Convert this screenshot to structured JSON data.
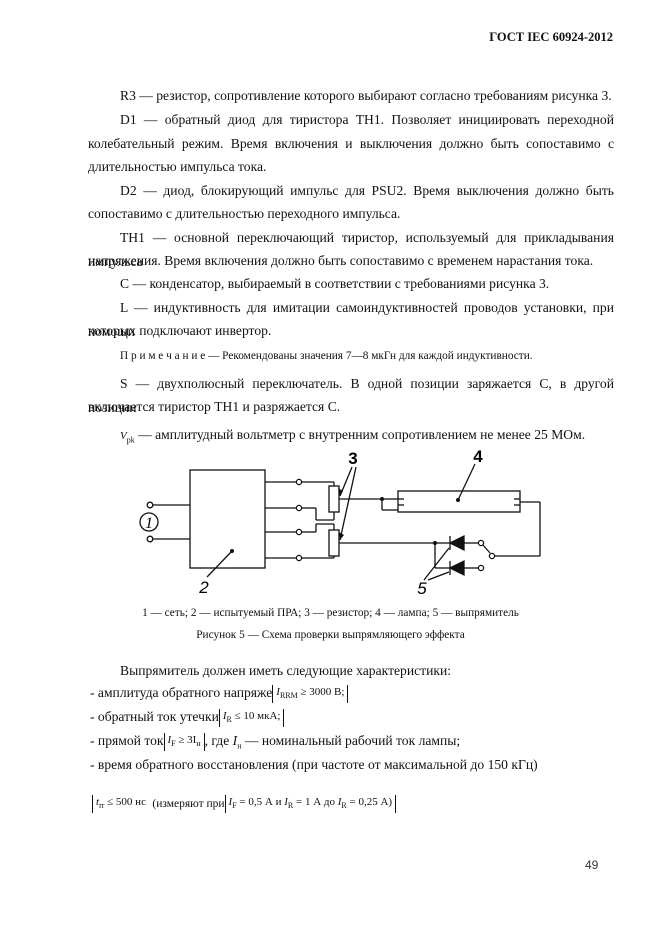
{
  "header": {
    "standard": "ГОСТ IEC 60924-2012"
  },
  "paragraphs": {
    "r3": "R3 — резистор, сопротивление которого выбирают согласно требованиям рисунка 3.",
    "d1_a": "D1 — обратный диод для тиристора TH1. Позволяет инициировать переходной",
    "d1_b": "колебательный режим. Время включения и выключения должно быть сопоставимо с",
    "d1_c": "длительностью импульса тока.",
    "d2_a": "D2 — диод, блокирующий импульс для PSU2. Время выключения должно быть",
    "d2_b": "сопоставимо с длительностью переходного импульса.",
    "th1_a": "TH1 — основной переключающий тиристор, используемый для прикладывания импульса",
    "th1_b": "напряжения. Время включения должно быть сопоставимо с временем нарастания тока.",
    "c": "C — конденсатор, выбираемый в соответствии с требованиями рисунка 3.",
    "l_a": "L — индуктивность для имитации самоиндуктивностей проводов установки, при помощи",
    "l_b": "которых подключают инвертор.",
    "note_label": "П р и м е ч а н и е",
    "note_text": " — Рекомендованы значения 7—8 мкГн для каждой индуктивности.",
    "s_a": "S — двухполюсный переключатель. В одной позиции заряжается C, в другой позиции",
    "s_b": "включается тиристор TH1 и разряжается C.",
    "v_symbol": "V",
    "v_sub": "pk",
    "v_text": "— амплитудный вольтметр с внутренним сопротивлением не менее 25 МОм."
  },
  "figure": {
    "labels": {
      "l1": "1",
      "l2": "2",
      "l3": "3",
      "l4": "4",
      "l5": "5"
    },
    "legend": "1 — сеть; 2 — испытуемый ПРА; 3 — резистор; 4 — лампа; 5 — выпрямитель",
    "caption": "Рисунок 5 — Схема проверки выпрямляющего эффекта"
  },
  "requirements": {
    "intro": "Выпрямитель должен иметь следующие характеристики:",
    "b1_text": "- амплитуда обратного напряже",
    "b1_formula": "I",
    "b1_formula_sub": "RRM",
    "b1_formula_rest": " ≥ 3000 В;",
    "b2_text": "- обратный ток утечки",
    "b2_formula": "I",
    "b2_formula_sub": "R",
    "b2_formula_rest": " ≤ 10 мкА;",
    "b3_text": "- прямой ток",
    "b3_formula": "I",
    "b3_formula_sub": "F",
    "b3_formula_rest": " ≥ 3I",
    "b3_formula_sub2": "н",
    "b3_mid": ", где ",
    "b3_in": "I",
    "b3_in_sub": "н",
    "b3_tail": " — номинальный рабочий ток лампы;",
    "b4_text": "- время обратного восстановления (при частоте от максимальной до 150 кГц)",
    "f5_a": "t",
    "f5_a_sub": "rr",
    "f5_a_rest": " ≤ 500 нс",
    "f5_mid": "(измеряют при",
    "f5_b": "I",
    "f5_b_sub": "F",
    "f5_b_rest": " = 0,5 А и ",
    "f5_c": "I",
    "f5_c_sub": "R",
    "f5_c_rest": " = 1 А до ",
    "f5_d": "I",
    "f5_d_sub": "R",
    "f5_d_rest": " = 0,25 А)"
  },
  "page_number": "49"
}
